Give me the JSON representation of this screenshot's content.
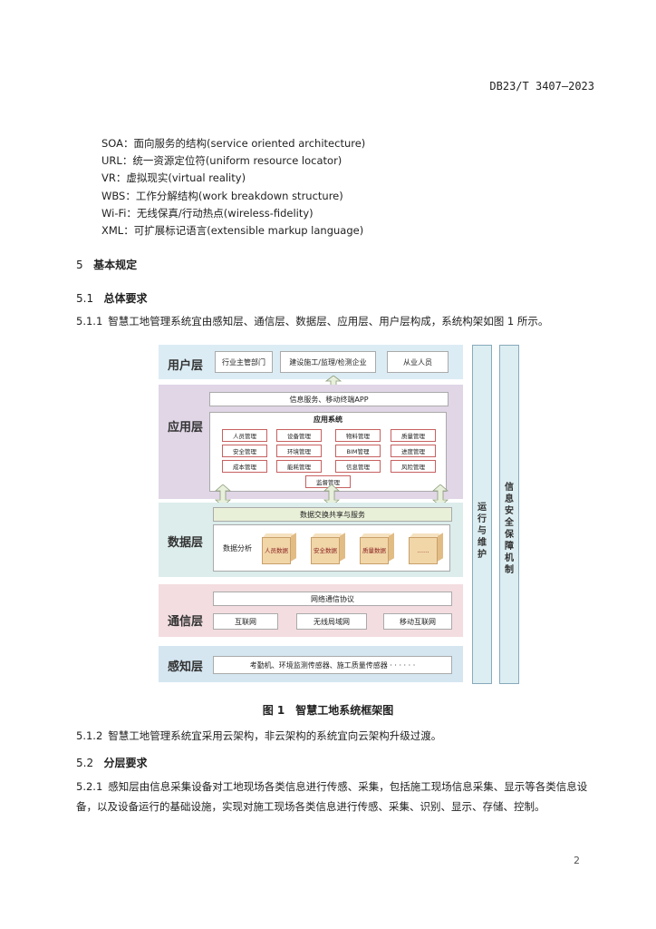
{
  "header": {
    "std_id": "DB23/T 3407—2023"
  },
  "abbreviations": [
    "SOA：面向服务的结构(service oriented architecture)",
    "URL：统一资源定位符(uniform resource locator)",
    "VR：虚拟现实(virtual reality)",
    "WBS：工作分解结构(work breakdown structure)",
    "Wi-Fi：无线保真/行动热点(wireless-fidelity)",
    "XML：可扩展标记语言(extensible markup language)"
  ],
  "sections": {
    "s5": {
      "num": "5",
      "title": "基本规定"
    },
    "s51": {
      "num": "5.1",
      "title": "总体要求"
    },
    "p511": {
      "num": "5.1.1",
      "text": "智慧工地管理系统宜由感知层、通信层、数据层、应用层、用户层构成，系统构架如图 1 所示。"
    },
    "p512": {
      "num": "5.1.2",
      "text": "智慧工地管理系统宜采用云架构，非云架构的系统宜向云架构升级过渡。"
    },
    "s52": {
      "num": "5.2",
      "title": "分层要求"
    },
    "p521": {
      "num": "5.2.1",
      "text": "感知层由信息采集设备对工地现场各类信息进行传感、采集，包括施工现场信息采集、显示等各类信息设备，以及设备运行的基础设施，实现对施工现场各类信息进行传感、采集、识别、显示、存储、控制。"
    }
  },
  "diagram": {
    "user_layer": {
      "title": "用户层",
      "boxes": [
        "行业主管部门",
        "建设施工/监理/检测企业",
        "从业人员"
      ]
    },
    "app_layer": {
      "title": "应用层",
      "service": "信息服务、移动终端APP",
      "system": "应用系统",
      "modules": [
        "人员管理",
        "设备管理",
        "物料管理",
        "质量管理",
        "安全管理",
        "环境管理",
        "BIM管理",
        "进度管理",
        "成本管理",
        "能耗管理",
        "信息管理",
        "风险管理",
        "监督管理"
      ]
    },
    "data_layer": {
      "title": "数据层",
      "exchange": "数据交换共享与服务",
      "analysis": "数据分析",
      "cubes": [
        "人员数据",
        "安全数据",
        "质量数据",
        "……"
      ]
    },
    "comm_layer": {
      "title": "通信层",
      "protocol": "网络通信协议",
      "nets": [
        "互联网",
        "无线局域网",
        "移动互联网"
      ]
    },
    "sense_layer": {
      "title": "感知层",
      "devices": "考勤机、环境监测传感器、施工质量传感器 · · · · · ·"
    },
    "side1": "运行与维护",
    "side2": "信息安全保障机制"
  },
  "caption": "图 1　智慧工地系统框架图",
  "page_number": "2",
  "colors": {
    "user": "#dcecf4",
    "app": "#e0d6e6",
    "data": "#dcedeb",
    "comm": "#f3dde0",
    "sense": "#d5e6f1"
  }
}
